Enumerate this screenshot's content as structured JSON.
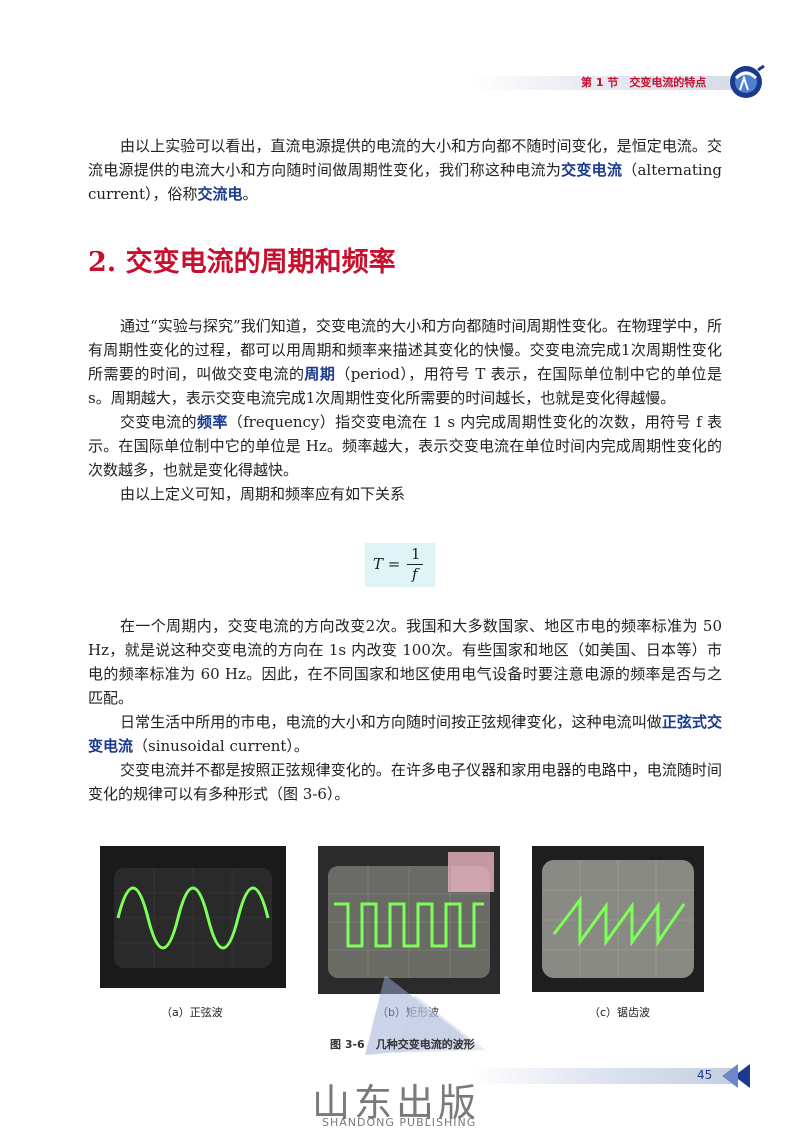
{
  "header": {
    "section_label": "第 1 节　交变电流的特点"
  },
  "intro": {
    "p1_a": "由以上实验可以看出，直流电源提供的电流的大小和方向都不随时间变化，是恒定电流。交流电源提供的电流大小和方向随时间做周期性变化，我们称这种电流为",
    "p1_term": "交变电流",
    "p1_b": "（alternating current），俗称",
    "p1_term2": "交流电",
    "p1_c": "。"
  },
  "section": {
    "title": "2. 交变电流的周期和频率"
  },
  "para2": {
    "a": "通过“实验与探究”我们知道，交变电流的大小和方向都随时间周期性变化。在物理学中，所有周期性变化的过程，都可以用周期和频率来描述其变化的快慢。交变电流完成1次周期性变化所需要的时间，叫做交变电流的",
    "term": "周期",
    "b": "（period），用符号 T 表示，在国际单位制中它的单位是s。周期越大，表示交变电流完成1次周期性变化所需要的时间越长，也就是变化得越慢。"
  },
  "para3": {
    "a": "交变电流的",
    "term": "频率",
    "b": "（frequency）指交变电流在 1 s 内完成周期性变化的次数，用符号 f 表示。在国际单位制中它的单位是 Hz。频率越大，表示交变电流在单位时间内完成周期性变化的次数越多，也就是变化得越快。"
  },
  "para4": "由以上定义可知，周期和频率应有如下关系",
  "formula": {
    "lhs": "T =",
    "num": "1",
    "den": "f"
  },
  "para5": "在一个周期内，交变电流的方向改变2次。我国和大多数国家、地区市电的频率标准为 50 Hz，就是说这种交变电流的方向在 1s 内改变 100次。有些国家和地区（如美国、日本等）市电的频率标准为 60 Hz。因此，在不同国家和地区使用电气设备时要注意电源的频率是否与之匹配。",
  "para6": {
    "a": "日常生活中所用的市电，电流的大小和方向随时间按正弦规律变化，这种电流叫做",
    "term": "正弦式交变电流",
    "b": "（sinusoidal current）。"
  },
  "para7": "交变电流并不都是按照正弦规律变化的。在许多电子仪器和家用电器的电路中，电流随时间变化的规律可以有多种形式（图 3-6）。",
  "figure": {
    "captions": [
      "（a）正弦波",
      "（b）矩形波",
      "（c）锯齿波"
    ],
    "title": "图 3-6　几种交变电流的波形",
    "trace_color": "#7dff5a"
  },
  "footer": {
    "page_number": "45",
    "publisher": "山东出版",
    "publisher_en": "SHANDONG PUBLISHING"
  }
}
